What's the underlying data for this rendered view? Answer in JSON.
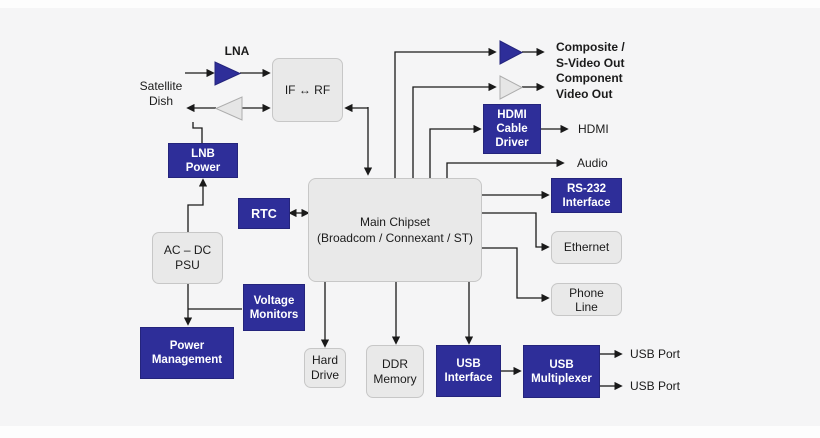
{
  "diagram": {
    "blocks": {
      "if_rf": {
        "label": "IF ↔ RF"
      },
      "lnb_power": {
        "label": "LNB\nPower"
      },
      "rtc": {
        "label": "RTC"
      },
      "ac_dc_psu": {
        "label": "AC – DC\nPSU"
      },
      "voltage_monitors": {
        "label": "Voltage\nMonitors"
      },
      "power_management": {
        "label": "Power\nManagement"
      },
      "main_chipset": {
        "label": "Main Chipset\n(Broadcom / Connexant / ST)"
      },
      "hdmi_cable_driver": {
        "label": "HDMI\nCable\nDriver"
      },
      "rs232_interface": {
        "label": "RS-232\nInterface"
      },
      "ethernet": {
        "label": "Ethernet"
      },
      "phone_line": {
        "label": "Phone\nLine"
      },
      "hard_drive": {
        "label": "Hard\nDrive"
      },
      "ddr_memory": {
        "label": "DDR\nMemory"
      },
      "usb_interface": {
        "label": "USB\nInterface"
      },
      "usb_multiplexer": {
        "label": "USB\nMultiplexer"
      }
    },
    "labels": {
      "lna": "LNA",
      "satellite_dish": "Satellite\nDish",
      "composite_out": "Composite /\nS-Video Out",
      "component_out": "Component\nVideo Out",
      "hdmi_out": "HDMI",
      "audio_out": "Audio",
      "usb_port_1": "USB Port",
      "usb_port_2": "USB Port"
    },
    "icons": {
      "lna_amplifier": "right-pointing blue amplifier triangle",
      "dish_amplifier": "left-pointing gray amplifier triangle",
      "composite_amplifier": "right-pointing blue amplifier triangle",
      "component_amplifier": "right-pointing gray amplifier triangle"
    }
  },
  "colors": {
    "accent_blue": "#2e2e99",
    "accent_blue_border": "#24247c",
    "box_fill": "#e9e9e9",
    "box_border": "#c7c7c7",
    "triangle_gray": "#e6e6e6",
    "line": "#1a1a1a",
    "background": "#f5f5f6"
  }
}
